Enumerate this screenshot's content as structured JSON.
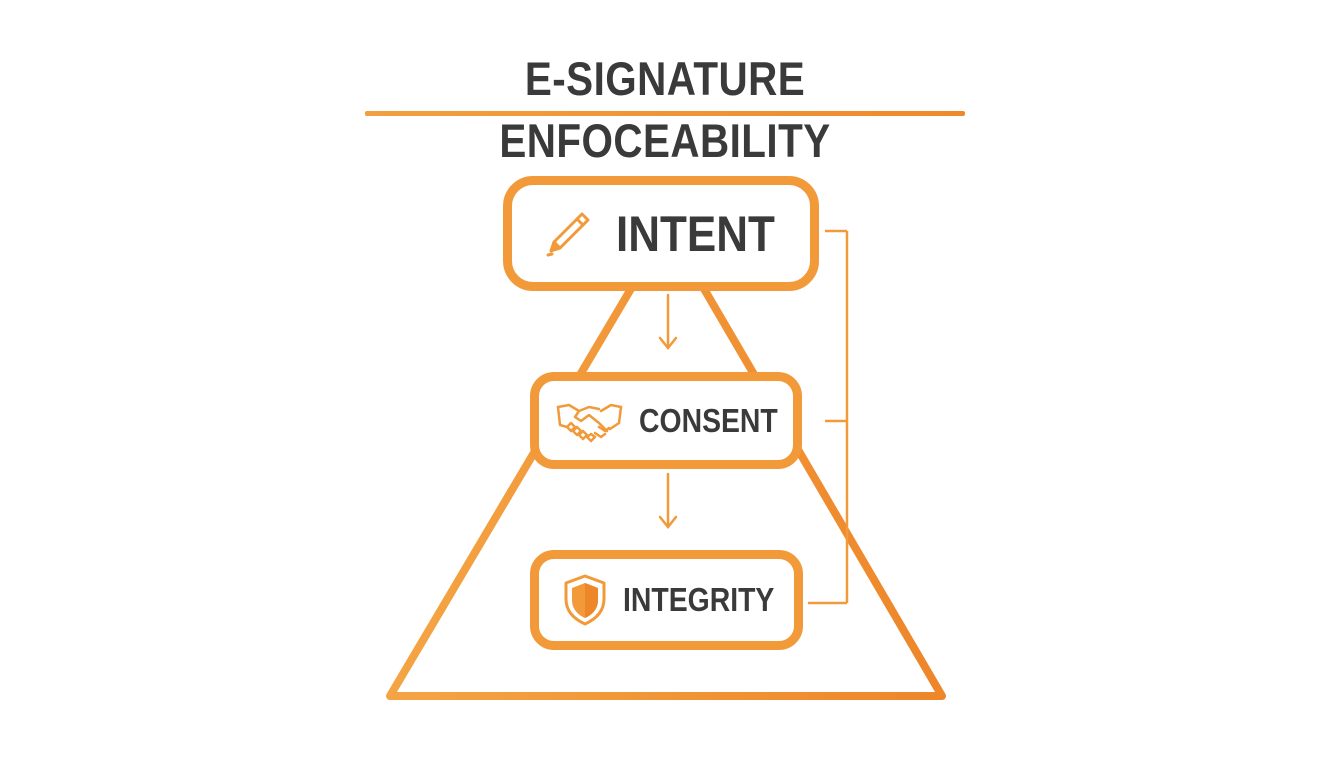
{
  "title": "E-SIGNATURE ENFOCEABILITY",
  "colors": {
    "accent": "#f29a3a",
    "accent_dark": "#ef8a2a",
    "text": "#3a3a3a",
    "background": "#ffffff"
  },
  "steps": [
    {
      "label": "INTENT",
      "icon": "pen-icon"
    },
    {
      "label": "CONSENT",
      "icon": "handshake-icon"
    },
    {
      "label": "INTEGRITY",
      "icon": "shield-icon"
    }
  ]
}
